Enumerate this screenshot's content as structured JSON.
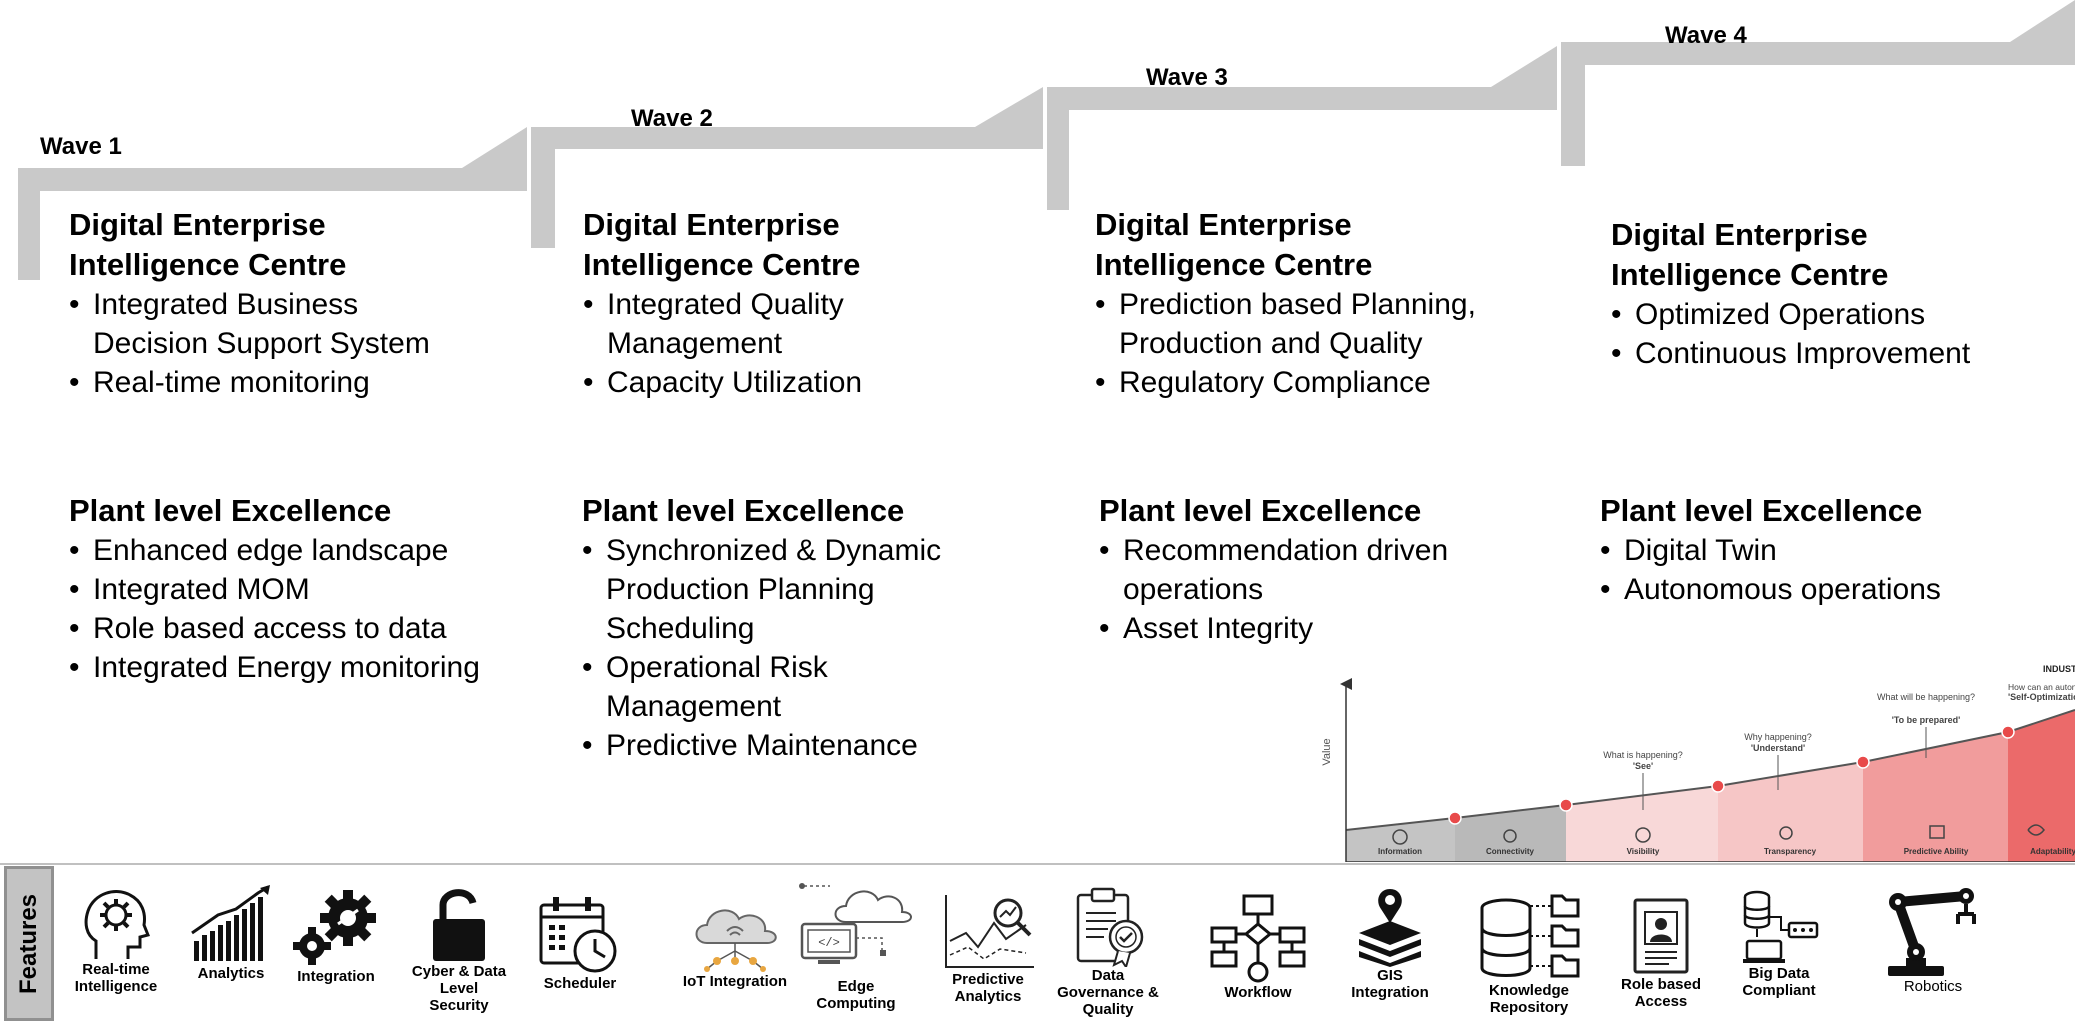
{
  "waves": [
    {
      "title": "Wave 1",
      "digital": {
        "heading": [
          "Digital Enterprise",
          "Intelligence Centre"
        ],
        "items": [
          [
            "Integrated Business",
            "Decision Support System"
          ],
          [
            "Real-time monitoring"
          ]
        ]
      },
      "plant": {
        "heading": "Plant level Excellence",
        "items": [
          [
            "Enhanced edge landscape"
          ],
          [
            "Integrated MOM"
          ],
          [
            "Role based access to data"
          ],
          [
            "Integrated Energy monitoring"
          ]
        ]
      }
    },
    {
      "title": "Wave 2",
      "digital": {
        "heading": [
          "Digital Enterprise",
          "Intelligence Centre"
        ],
        "items": [
          [
            "Integrated Quality",
            "Management"
          ],
          [
            "Capacity Utilization"
          ]
        ]
      },
      "plant": {
        "heading": "Plant level Excellence",
        "items": [
          [
            "Synchronized & Dynamic",
            "Production Planning",
            "Scheduling"
          ],
          [
            "Operational Risk",
            "Management"
          ],
          [
            "Predictive Maintenance"
          ]
        ]
      }
    },
    {
      "title": "Wave 3",
      "digital": {
        "heading": [
          "Digital Enterprise",
          "Intelligence Centre"
        ],
        "items": [
          [
            "Prediction based Planning,",
            "Production and Quality"
          ],
          [
            "Regulatory Compliance"
          ]
        ]
      },
      "plant": {
        "heading": "Plant level Excellence",
        "items": [
          [
            "Recommendation driven",
            "operations"
          ],
          [
            "Asset Integrity"
          ]
        ]
      }
    },
    {
      "title": "Wave 4",
      "digital": {
        "heading": [
          "Digital Enterprise",
          "Intelligence Centre"
        ],
        "items": [
          [
            "Optimized Operations"
          ],
          [
            "Continuous Improvement"
          ]
        ]
      },
      "plant": {
        "heading": "Plant level Excellence",
        "items": [
          [
            "Digital Twin"
          ],
          [
            "Autonomous operations"
          ]
        ]
      }
    }
  ],
  "maturity_chart": {
    "y_label": "Value",
    "questions": [
      {
        "q": "What is happening?",
        "tag": "'See'"
      },
      {
        "q": "Why happening?",
        "tag": "'Understand'"
      },
      {
        "q": "What will be happening?",
        "tag": "'To be prepared'"
      },
      {
        "q": "How can an autonomous reaction take place?",
        "tag": "'Self-Optimization'"
      }
    ],
    "top_label": "INDUSTRY",
    "stages": [
      "Information",
      "Connectivity",
      "Visibility",
      "Transparency",
      "Predictive Ability",
      "Adaptability"
    ]
  },
  "features": {
    "tab_label": "Features",
    "items": [
      {
        "icon": "brain-gear-icon",
        "label": [
          "Real-time",
          "Intelligence"
        ]
      },
      {
        "icon": "analytics-icon",
        "label": [
          "Analytics"
        ]
      },
      {
        "icon": "gears-icon",
        "label": [
          "Integration"
        ]
      },
      {
        "icon": "padlock-icon",
        "label": [
          "Cyber & Data",
          "Level",
          "Security"
        ]
      },
      {
        "icon": "calendar-clock-icon",
        "label": [
          "Scheduler"
        ]
      },
      {
        "icon": "cloud-network-icon",
        "label": [
          "IoT Integration"
        ]
      },
      {
        "icon": "edge-cloud-icon",
        "label": [
          "Edge",
          "Computing"
        ]
      },
      {
        "icon": "predictive-chart-icon",
        "label": [
          "Predictive",
          "Analytics"
        ]
      },
      {
        "icon": "clipboard-badge-icon",
        "label": [
          "Data",
          "Governance &",
          "Quality"
        ]
      },
      {
        "icon": "workflow-icon",
        "label": [
          "Workflow"
        ]
      },
      {
        "icon": "map-layers-icon",
        "label": [
          "GIS",
          "Integration"
        ]
      },
      {
        "icon": "database-folders-icon",
        "label": [
          "Knowledge",
          "Repository"
        ]
      },
      {
        "icon": "id-badge-icon",
        "label": [
          "Role based",
          "Access"
        ]
      },
      {
        "icon": "big-data-icon",
        "label": [
          "Big Data",
          "Compliant"
        ]
      },
      {
        "icon": "robot-arm-icon",
        "label": [
          "Robotics"
        ]
      }
    ]
  }
}
